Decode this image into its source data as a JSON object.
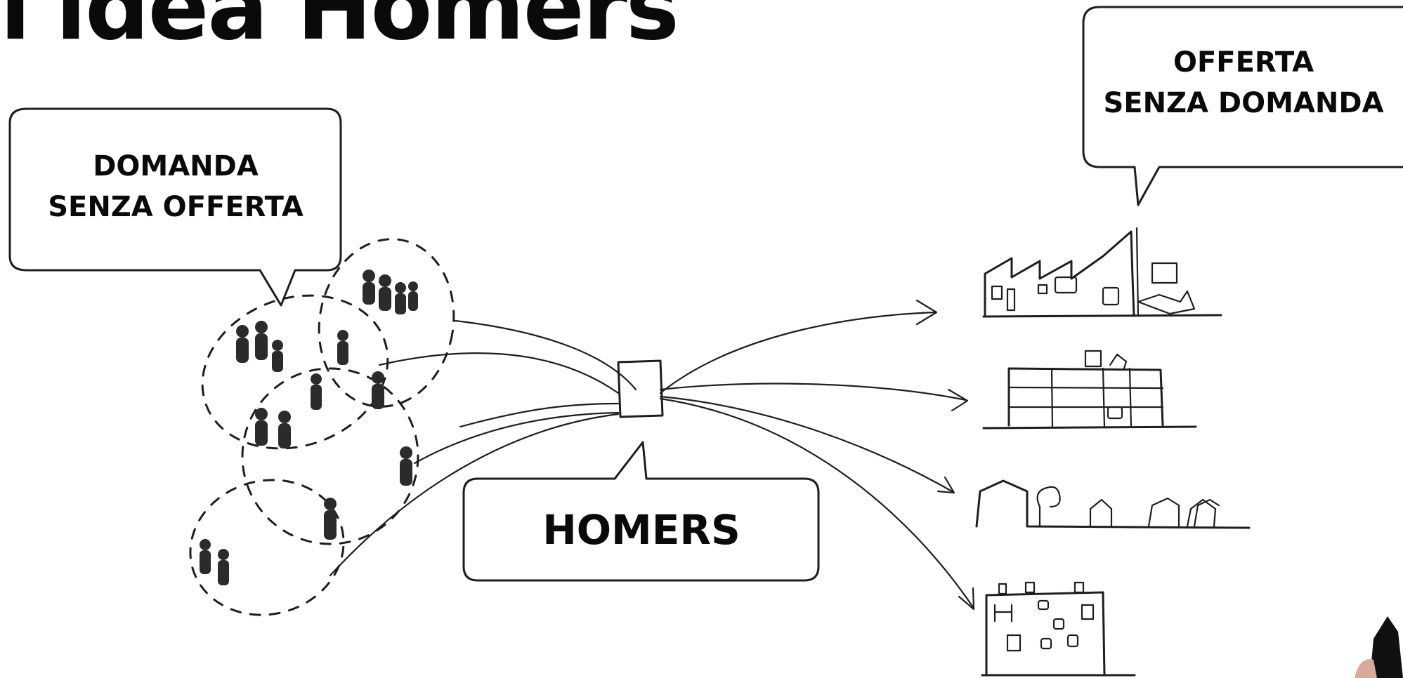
{
  "slide": {
    "title": "l'idea Homers"
  },
  "bubbles": {
    "left": {
      "line1": "DOMANDA",
      "line2": "SENZA OFFERTA"
    },
    "right": {
      "line1": "OFFERTA",
      "line2": "SENZA DOMANDA"
    },
    "center": {
      "label": "HOMERS"
    }
  },
  "icons": {
    "people": "people-group-icon",
    "hub": "homers-hub-box-icon",
    "factory": "factory-building-icon",
    "shelves": "shelf-building-icon",
    "houses": "houses-row-icon",
    "apartment": "apartment-block-icon",
    "marker": "marker-pen-icon"
  },
  "colors": {
    "ink": "#1d1f1d",
    "background": "#ffffff"
  }
}
